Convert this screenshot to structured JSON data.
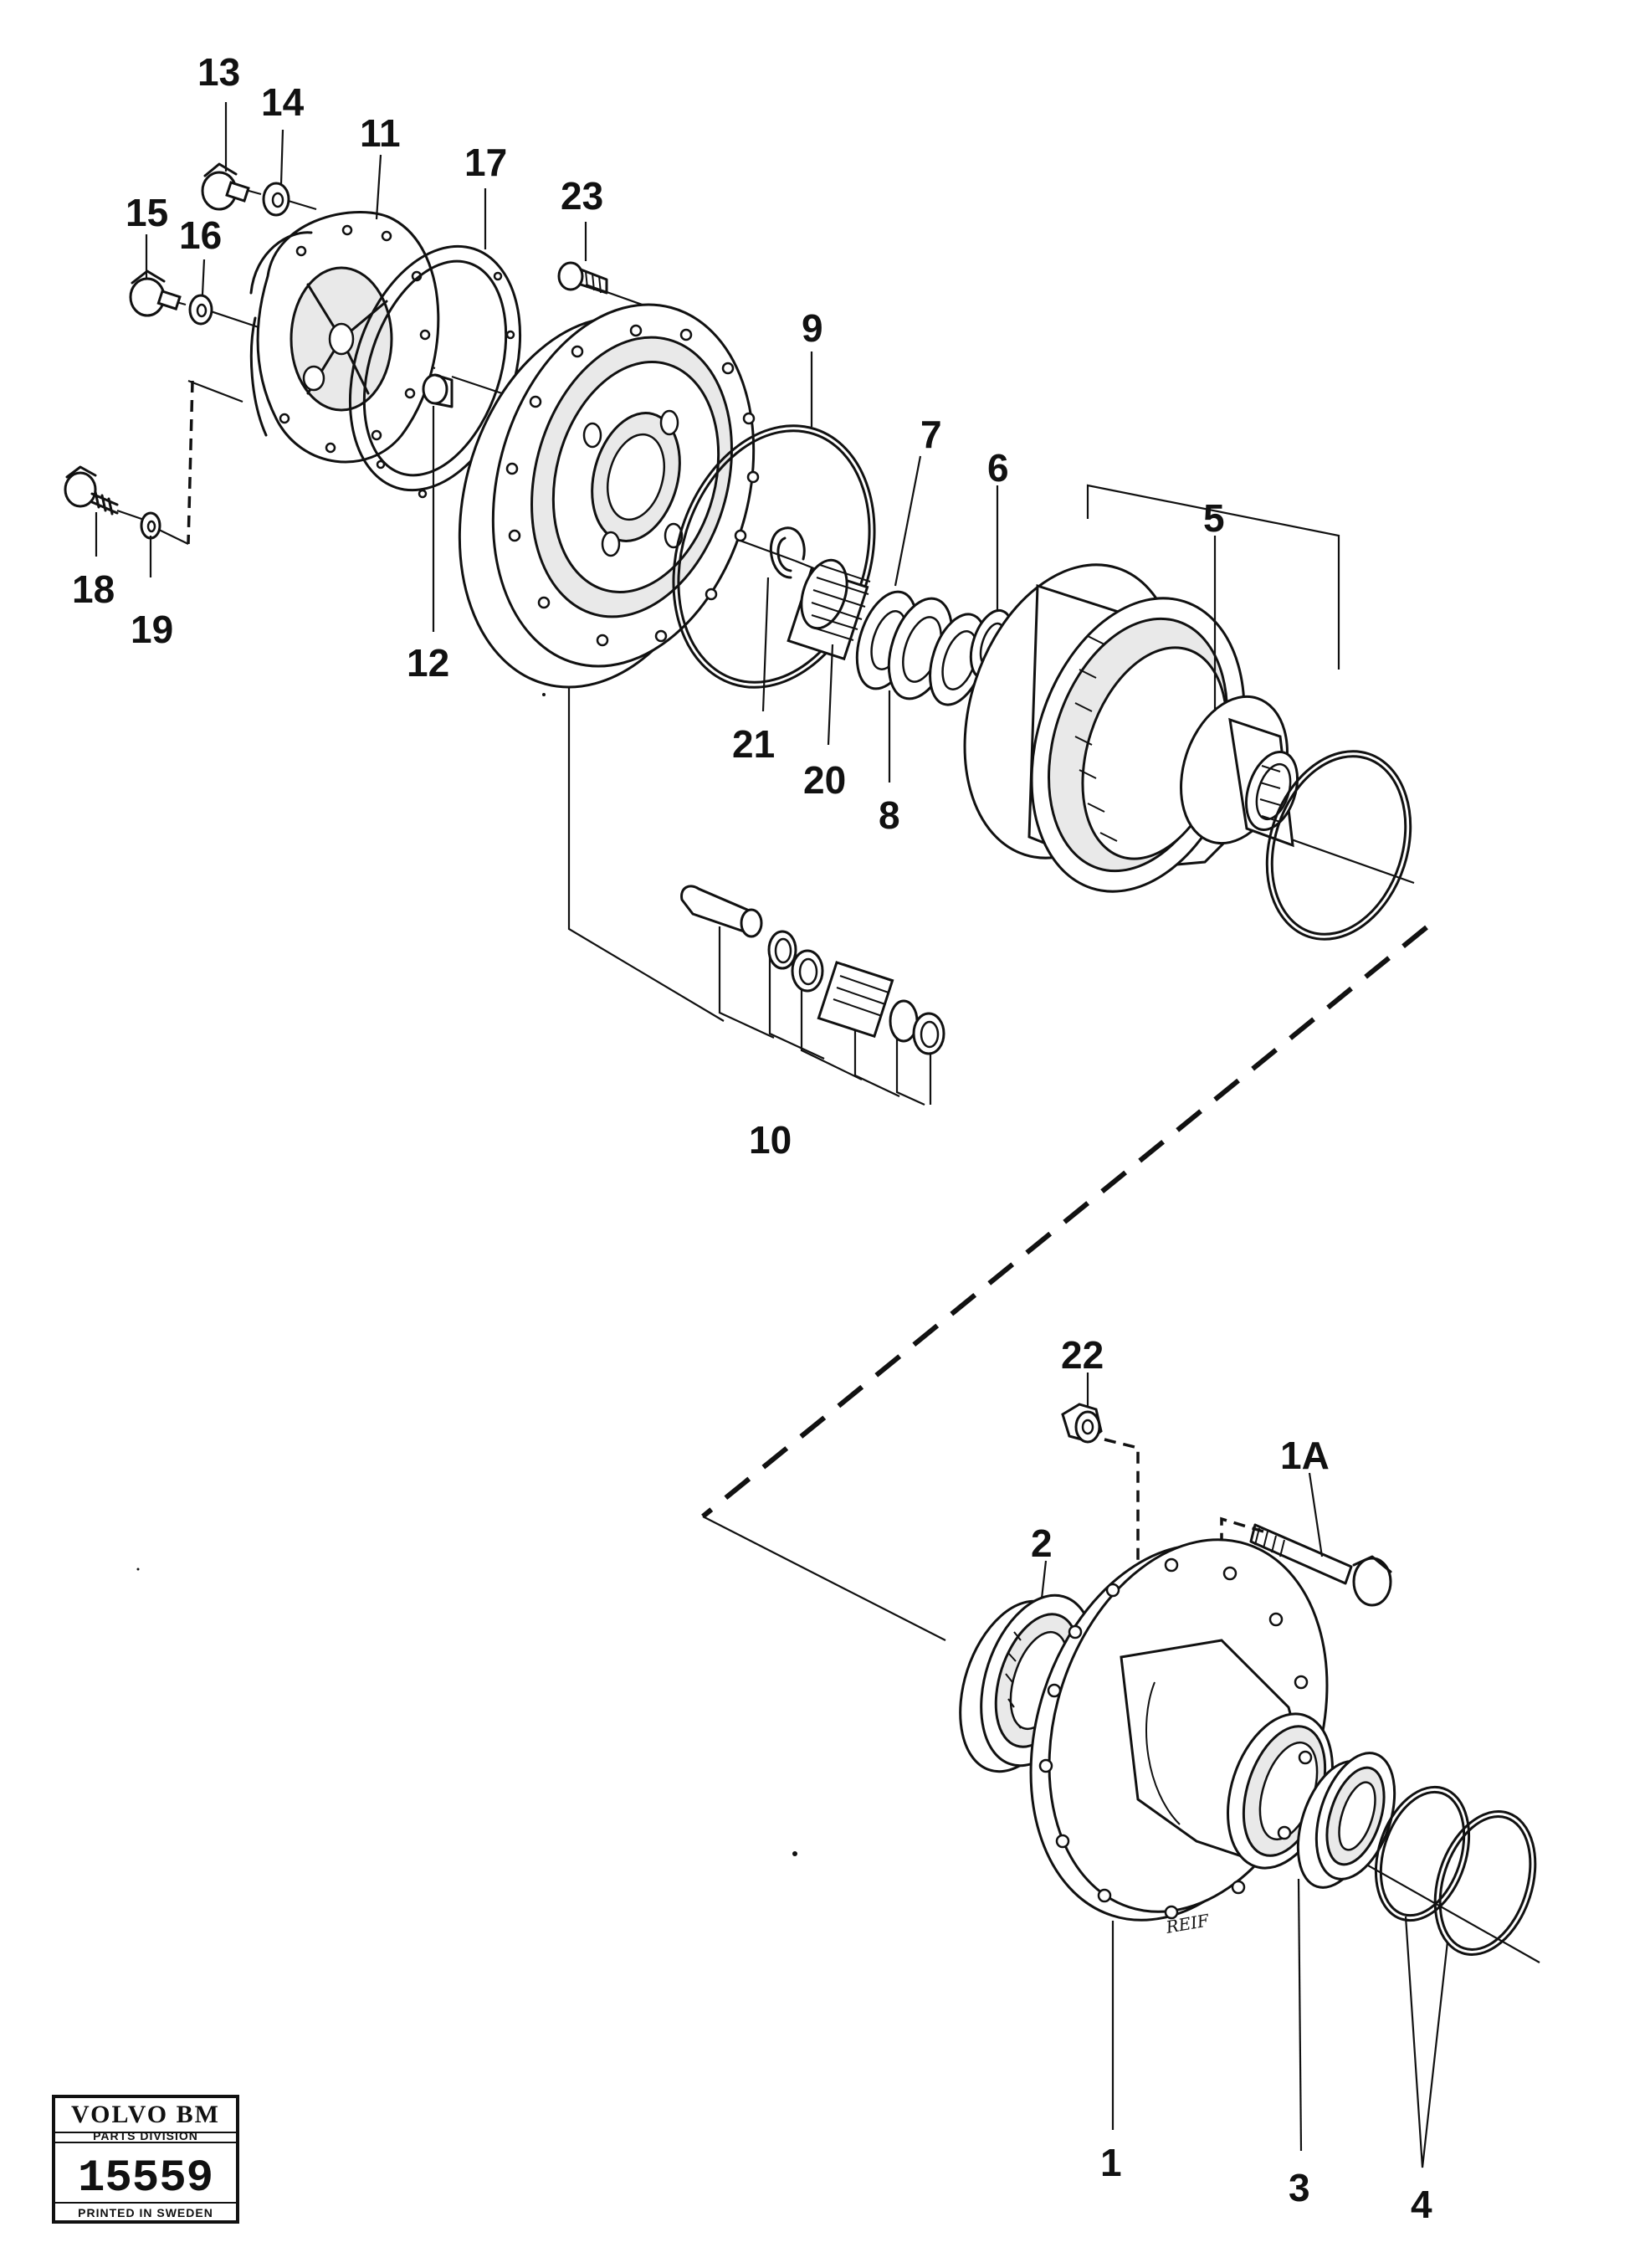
{
  "diagram": {
    "labels": {
      "l1": "1",
      "l1A": "1A",
      "l2": "2",
      "l3": "3",
      "l4": "4",
      "l5": "5",
      "l6": "6",
      "l7": "7",
      "l8": "8",
      "l9": "9",
      "l10": "10",
      "l11": "11",
      "l12": "12",
      "l13": "13",
      "l14": "14",
      "l15": "15",
      "l16": "16",
      "l17": "17",
      "l18": "18",
      "l19": "19",
      "l20": "20",
      "l21": "21",
      "l22": "22",
      "l23": "23"
    },
    "stamp": {
      "brand": "VOLVO BM",
      "division": "PARTS DIVISION",
      "number": "15559",
      "printed": "PRINTED IN SWEDEN"
    },
    "signature": "REIF"
  }
}
